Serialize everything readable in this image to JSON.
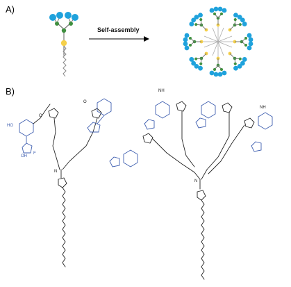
{
  "panels": {
    "a": {
      "label": "A)",
      "arrow_text": "Self-assembly"
    },
    "b": {
      "label": "B)"
    }
  },
  "colors": {
    "cyan": "#1fa2dc",
    "green": "#3f8f3f",
    "yellow": "#f5d04a",
    "chain": "#555555",
    "drug": "#3f5fb0",
    "link": "#222222"
  },
  "atoms": {
    "O": "O",
    "N": "N",
    "H": "H",
    "NH": "NH",
    "NH2": "NH",
    "OH": "OH",
    "F": "F",
    "HO": "HO"
  }
}
